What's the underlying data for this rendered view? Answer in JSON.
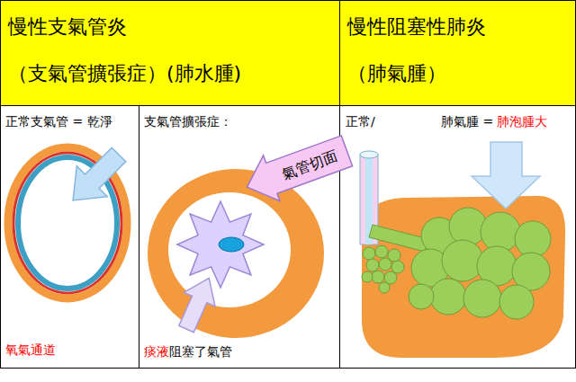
{
  "diagram": {
    "nodes": [
      {
        "text": [
          "慢性支氣管炎",
          "（支氣管擴張症）(肺水腫)"
        ]
      },
      {
        "text": [
          "慢性阻塞性肺炎",
          "（肺氣腫）"
        ]
      },
      {
        "text": [
          "正常支氣管 = 乾淨",
          "氧氣通道"
        ]
      },
      {
        "text": [
          "支氣管擴張症：",
          "痰液",
          "阻塞了氣管"
        ]
      },
      {
        "text": [
          "正常/",
          "肺氣腫 =",
          "肺泡腫大"
        ]
      },
      {
        "text": [
          "氣管切面"
        ]
      }
    ]
  }
}
